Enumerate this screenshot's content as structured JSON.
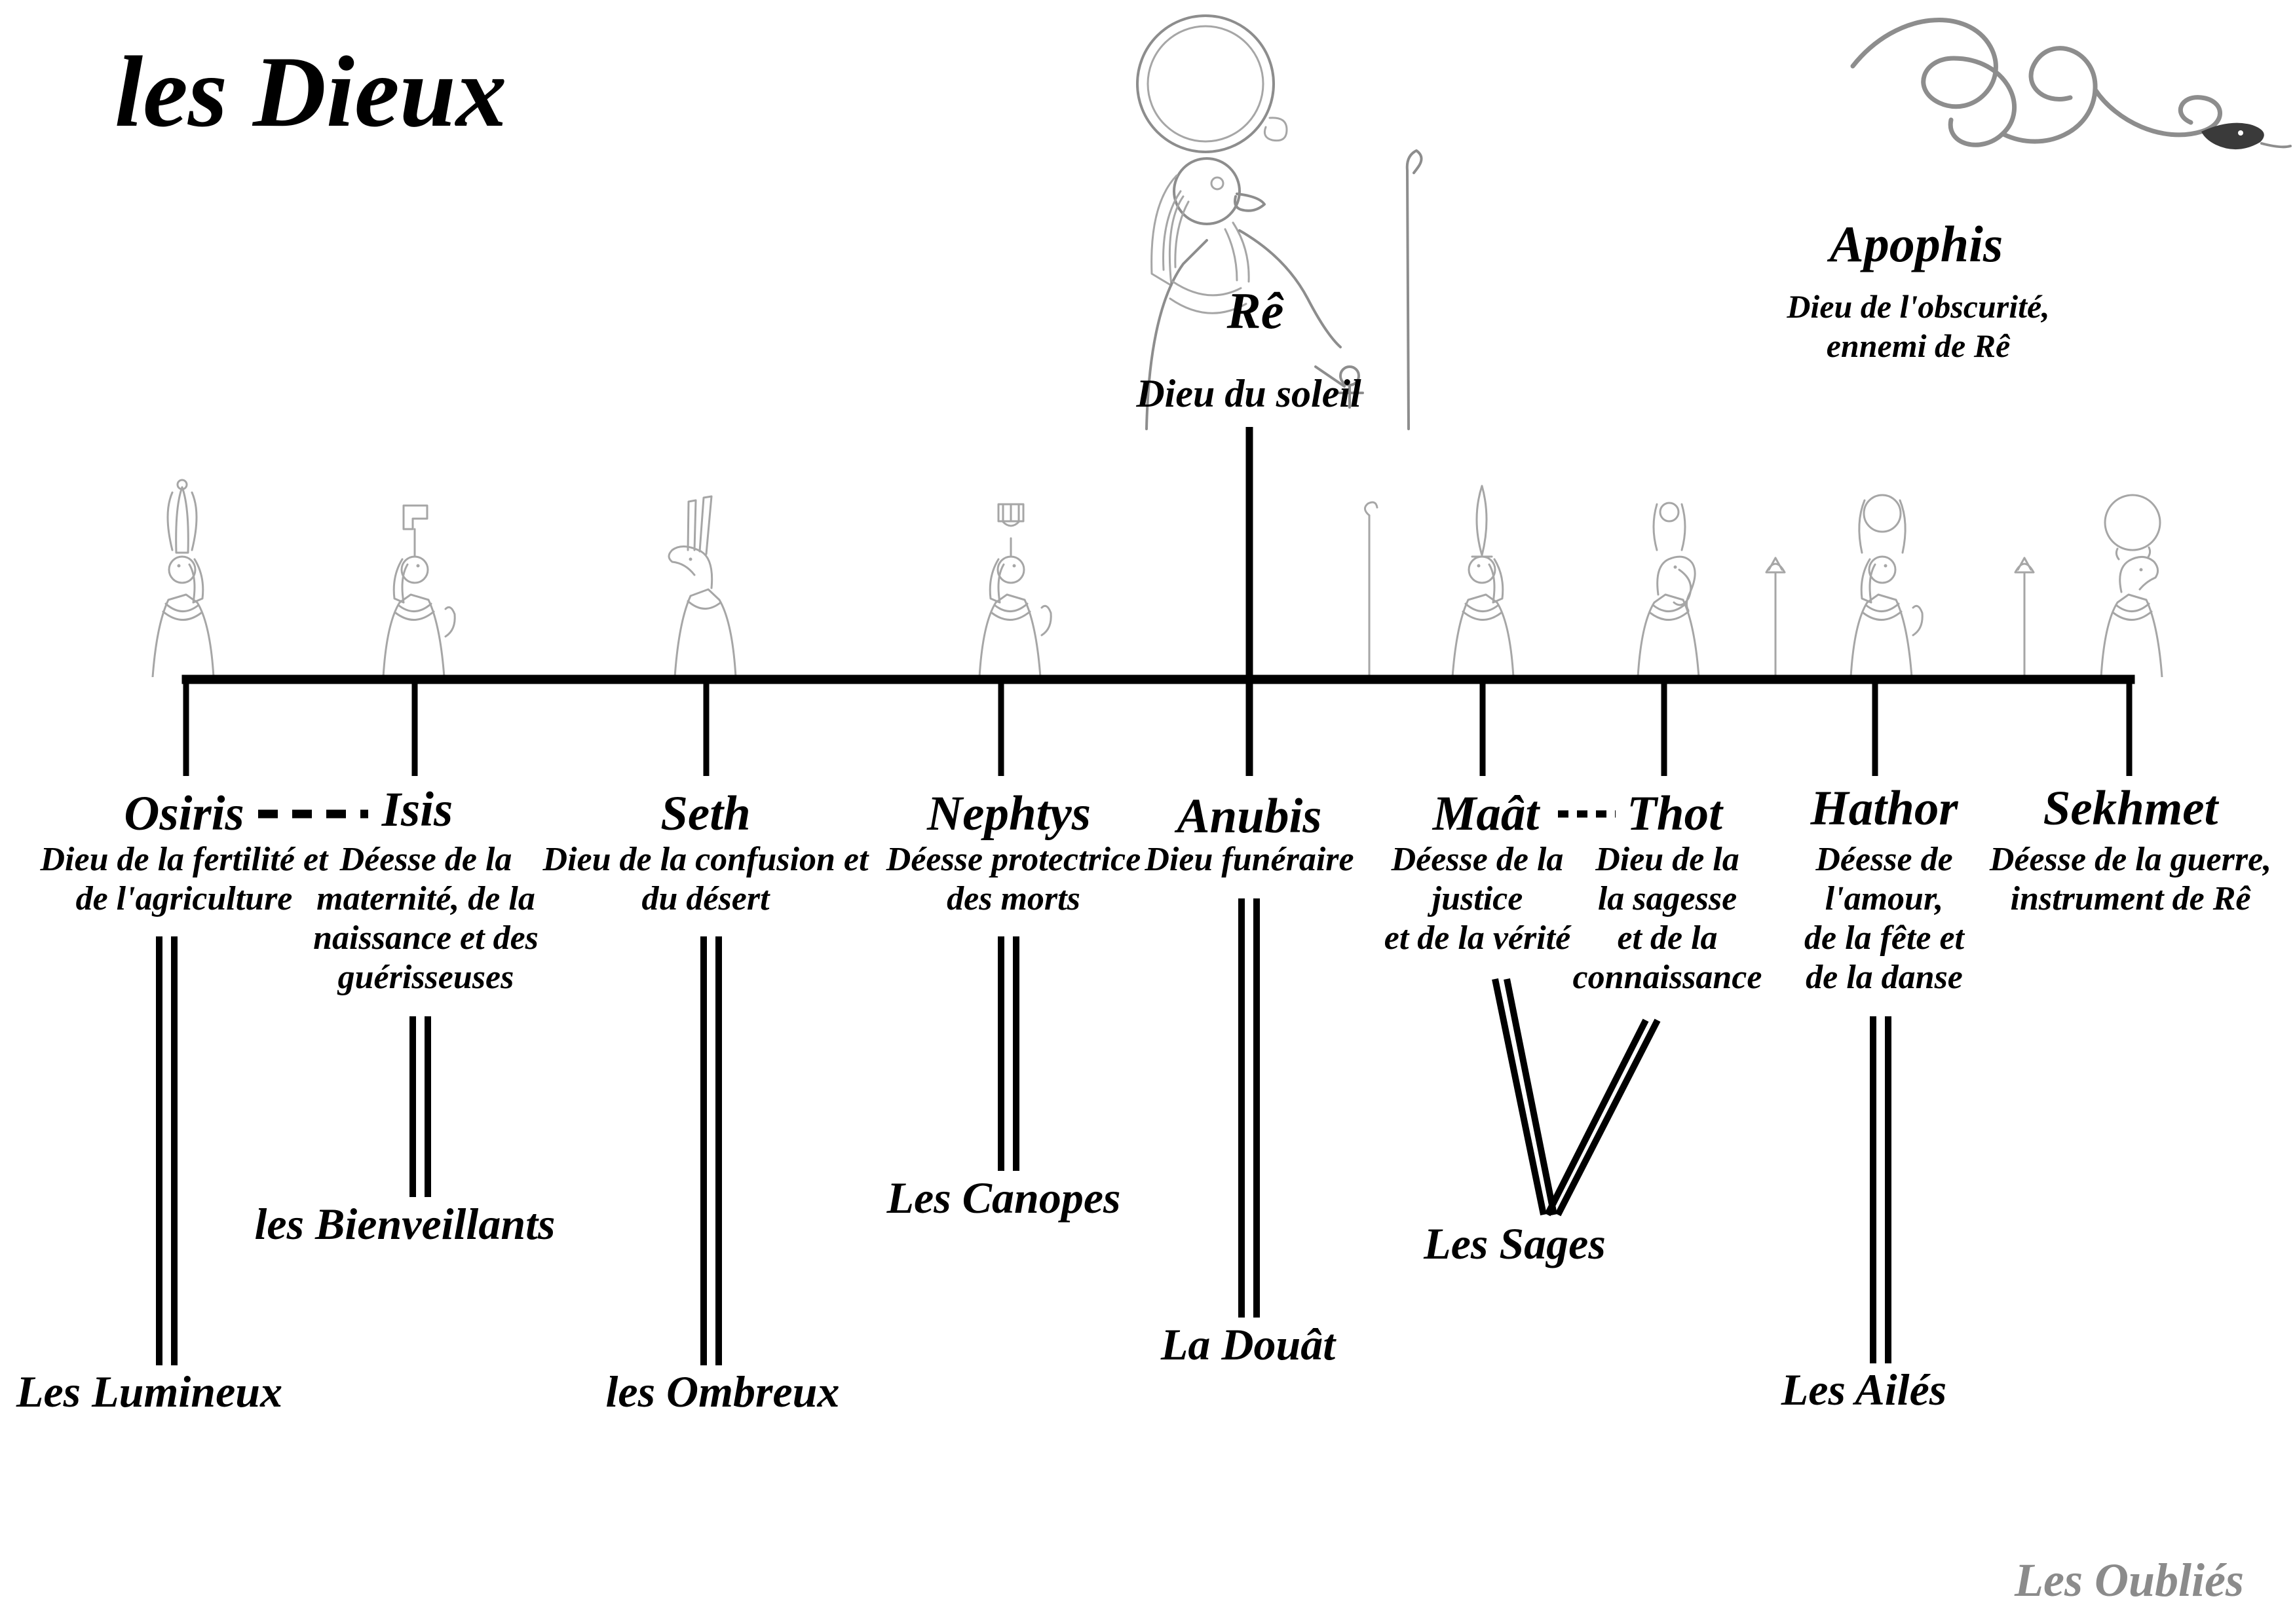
{
  "title": "les Dieux",
  "parents": {
    "re": {
      "name": "Rê",
      "description": "Dieu du soleil"
    },
    "apophis": {
      "name": "Apophis",
      "description_lines": [
        "Dieu de l'obscurité,",
        "ennemi de Rê"
      ]
    }
  },
  "children": [
    {
      "name": "Osiris",
      "description_lines": [
        "Dieu de la fertilité et",
        "de l'agriculture"
      ]
    },
    {
      "name": "Isis",
      "description_lines": [
        "Déesse de la",
        "maternité, de la",
        "naissance et des",
        "guérisseuses"
      ]
    },
    {
      "name": "Seth",
      "description_lines": [
        "Dieu de la confusion et",
        "du désert"
      ]
    },
    {
      "name": "Nephtys",
      "description_lines": [
        "Déesse protectrice",
        "des morts"
      ]
    },
    {
      "name": "Anubis",
      "description_lines": [
        "Dieu funéraire"
      ]
    },
    {
      "name": "Maât",
      "description_lines": [
        "Déesse de la",
        "justice",
        "et de la vérité"
      ]
    },
    {
      "name": "Thot",
      "description_lines": [
        "Dieu de la",
        "la sagesse",
        "et de la",
        "connaissance"
      ]
    },
    {
      "name": "Hathor",
      "description_lines": [
        "Déesse de",
        "l'amour,",
        "de la fête et",
        "de la danse"
      ]
    },
    {
      "name": "Sekhmet",
      "description_lines": [
        "Déesse de la guerre,",
        "instrument de Rê"
      ]
    }
  ],
  "descendants": {
    "lumineux": "Les Lumineux",
    "bienveillants": "les Bienveillants",
    "ombreux": "les Ombreux",
    "canopes": "Les Canopes",
    "douat": "La Douât",
    "sages": "Les Sages",
    "ailes": "Les Ailés"
  },
  "footer": "Les Oubliés",
  "colors": {
    "line": "#000000",
    "text": "#000000",
    "footer_muted": "#8b8b8b",
    "artwork": "#a6a6a6"
  }
}
